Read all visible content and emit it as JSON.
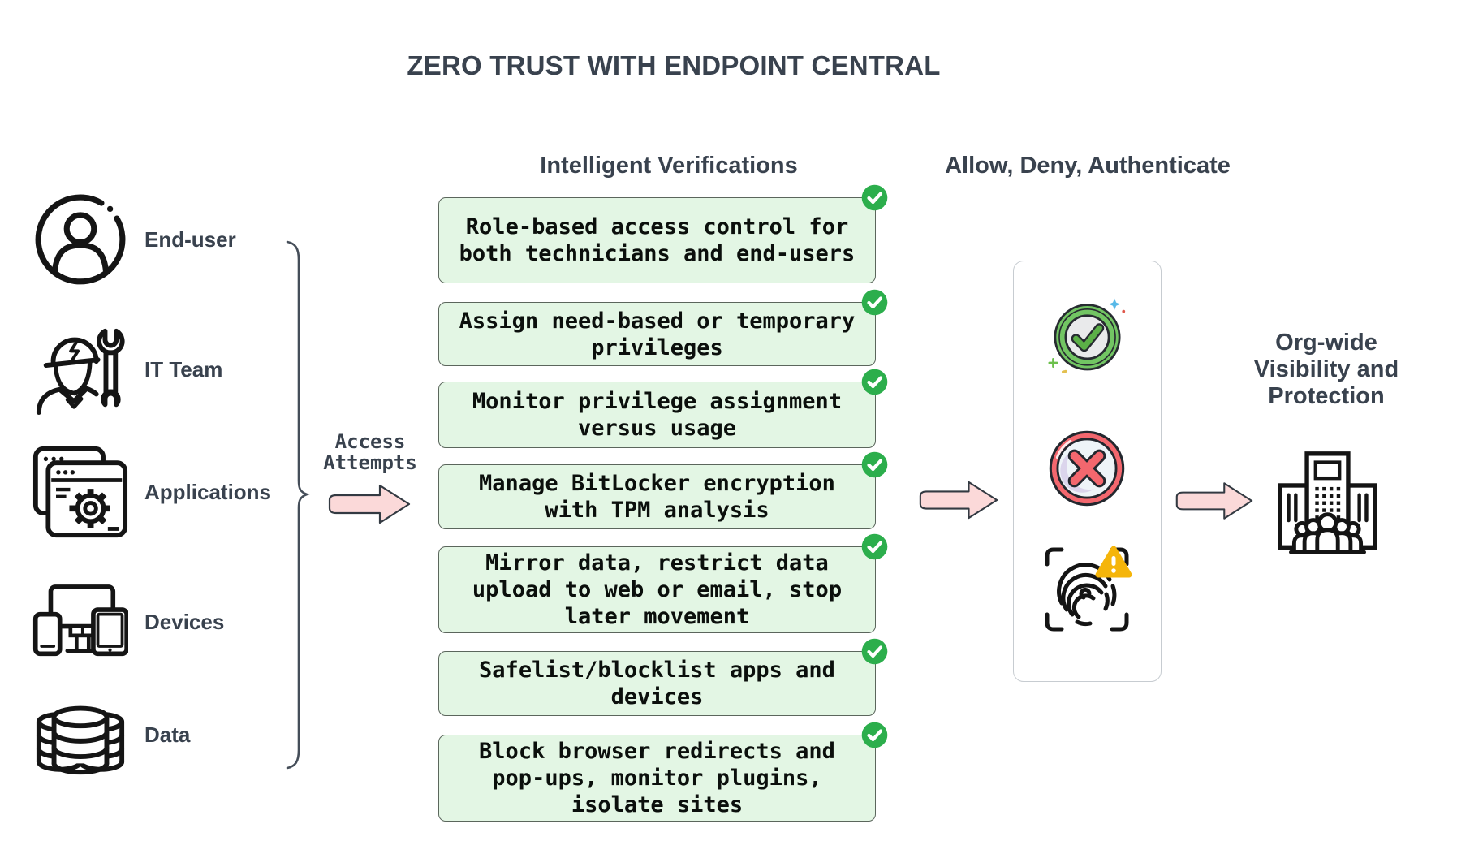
{
  "title": "ZERO TRUST WITH ENDPOINT CENTRAL",
  "headers": {
    "verifications": "Intelligent Verifications",
    "decision": "Allow, Deny, Authenticate"
  },
  "sources": {
    "items": [
      {
        "label": "End-user",
        "icon": "user-circle-icon"
      },
      {
        "label": "IT Team",
        "icon": "it-worker-wrench-icon"
      },
      {
        "label": "Applications",
        "icon": "app-windows-gear-icon"
      },
      {
        "label": "Devices",
        "icon": "devices-icon"
      },
      {
        "label": "Data",
        "icon": "database-icon"
      }
    ],
    "flow_label_lines": [
      "Access",
      "Attempts"
    ]
  },
  "verifications": [
    {
      "lines": [
        "Role-based access control for",
        "both technicians and end-users"
      ]
    },
    {
      "lines": [
        "Assign need-based or temporary",
        "privileges"
      ]
    },
    {
      "lines": [
        "Monitor privilege assignment",
        "versus usage"
      ]
    },
    {
      "lines": [
        "Manage BitLocker encryption",
        "with TPM analysis"
      ]
    },
    {
      "lines": [
        "Mirror data, restrict data",
        "upload to web or email, stop",
        "later movement"
      ]
    },
    {
      "lines": [
        "Safelist/blocklist apps and",
        "devices"
      ]
    },
    {
      "lines": [
        "Block browser redirects and",
        "pop-ups, monitor plugins,",
        "isolate sites"
      ]
    }
  ],
  "decision_icons": [
    "allow-check-icon",
    "deny-x-icon",
    "authenticate-fingerprint-warning-icon"
  ],
  "outcome": {
    "lines": [
      "Org-wide",
      "Visibility and",
      "Protection"
    ],
    "icon": "organization-building-icon"
  },
  "colors": {
    "text_navy": "#39424e",
    "box_fill": "#e3f6e4",
    "box_border": "#5b665c",
    "badge_green": "#2cae4c",
    "arrow_pink": "#fbd9d9",
    "panel_border": "#c7ccd1",
    "allow_green": "#72c563",
    "deny_red": "#f3676e",
    "warning_yellow": "#f5b50a"
  }
}
